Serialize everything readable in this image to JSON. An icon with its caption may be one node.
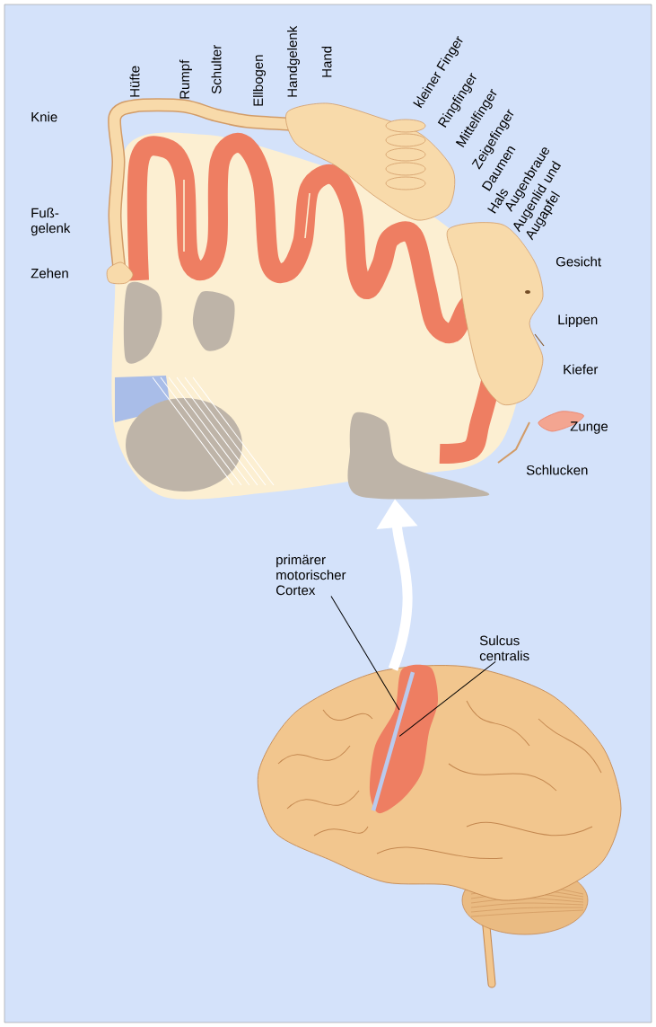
{
  "diagram": {
    "nodes": [
      {
        "text": [],
        "shape": "picture"
      },
      {
        "text": [],
        "shape": "picture"
      },
      {
        "text": [],
        "shape": "box",
        "in": 1
      },
      {
        "text": [],
        "shape": "bar",
        "in": 2
      },
      {
        "text": [
          "primärer motorischer Cortex"
        ]
      },
      {
        "text": [
          "Sulcus centralis"
        ]
      }
    ],
    "edges": [
      {
        "from": 3,
        "to": 0,
        "arrow": "to",
        "style": "thick",
        "color": "#ffffff"
      },
      {
        "from": 4,
        "to": 2,
        "arrow": "none",
        "color": "#000000"
      },
      {
        "from": 5,
        "to": 3,
        "arrow": "none",
        "color": "#000000"
      }
    ],
    "labels": [
      "Knie",
      "Hüfte",
      "Rumpf",
      "Schulter",
      "Ellbogen",
      "Handgelenk",
      "Hand",
      "kleiner Finger",
      "Ringfinger",
      "Mittelfinger",
      "Zeigefinger",
      "Daumen",
      "Hals",
      "Augenbraue",
      "Augenlid und Augapfel",
      "Fuß- gelenk",
      "Zehen",
      "Gesicht",
      "Lippen",
      "Kiefer",
      "Zunge",
      "Schlucken"
    ]
  }
}
